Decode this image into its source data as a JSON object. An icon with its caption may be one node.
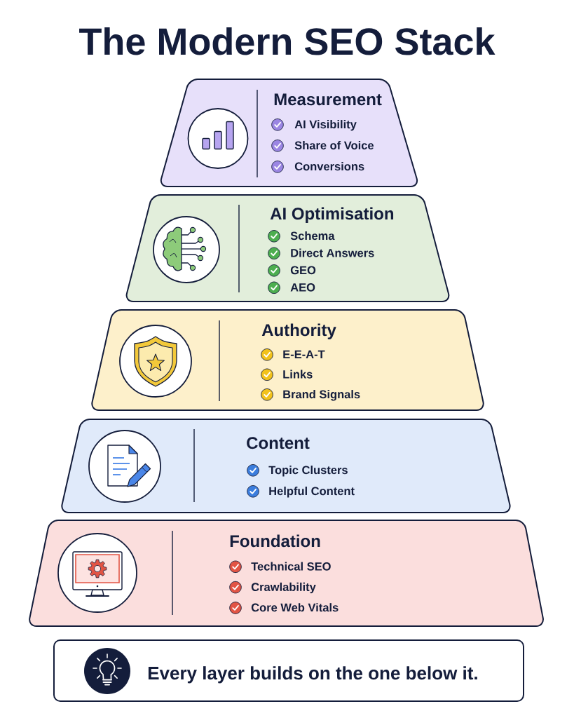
{
  "diagram": {
    "title": "The Modern SEO Stack",
    "nodes": [
      {
        "text": [
          "Measurement",
          "AI Visibility",
          "Share of Voice",
          "Conversions"
        ]
      },
      {
        "text": [
          "AI Optimisation",
          "Schema",
          "Direct Answers",
          "GEO",
          "AEO"
        ]
      },
      {
        "text": [
          "Authority",
          "E-E-A-T",
          "Links",
          "Brand Signals"
        ]
      },
      {
        "text": [
          "Content",
          "Topic Clusters",
          "Helpful Content"
        ]
      },
      {
        "text": [
          "Foundation",
          "Technical SEO",
          "Crawlability",
          "Core Web Vitals"
        ]
      },
      {
        "text": [
          "Every layer builds on the one below it."
        ]
      }
    ]
  }
}
